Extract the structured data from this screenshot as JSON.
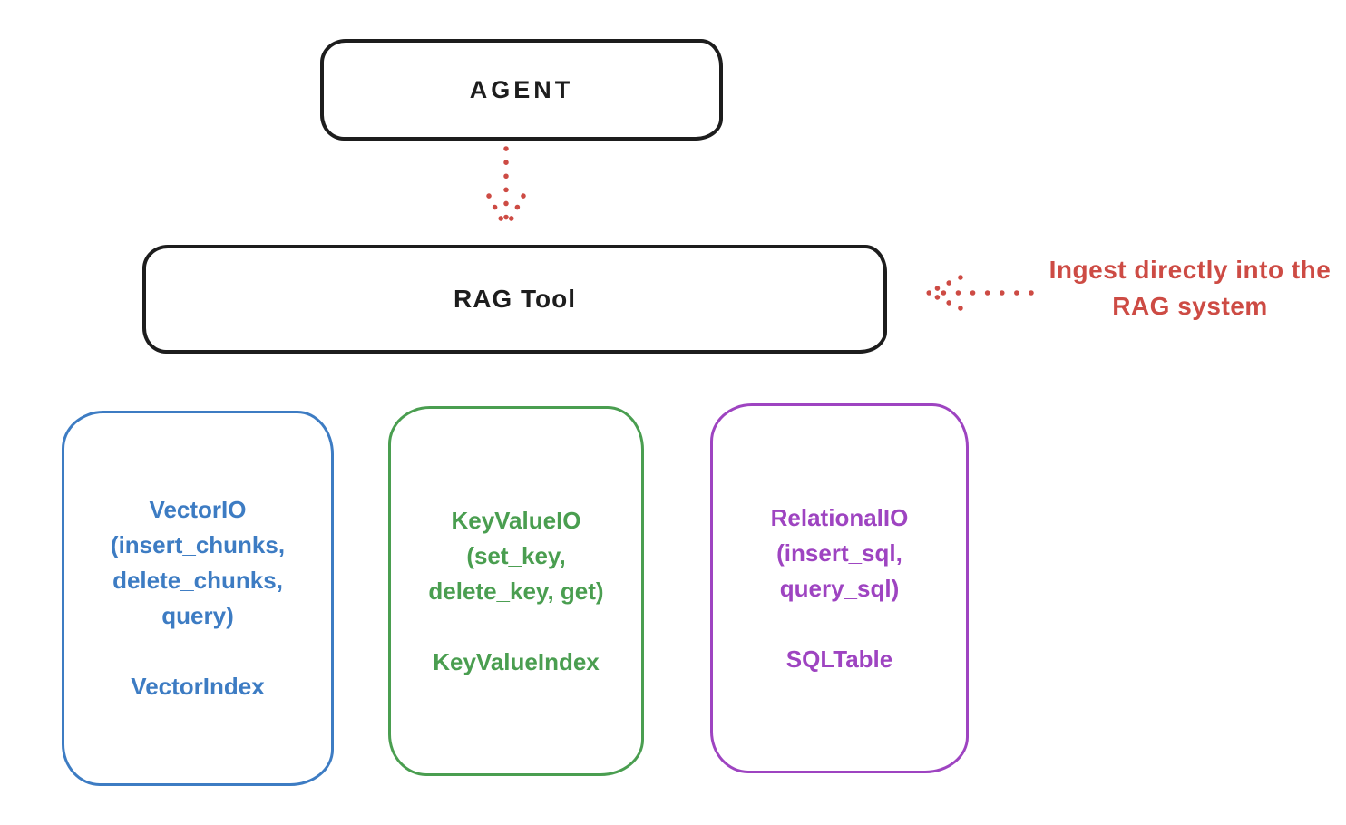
{
  "diagram": {
    "agent": {
      "label": "AGENT"
    },
    "rag_tool": {
      "label": "RAG Tool"
    },
    "annotation": {
      "line1": "Ingest directly into",
      "line2": "the RAG system"
    },
    "colors": {
      "outline_black": "#1d1d1d",
      "annotation_red": "#cd4b44",
      "vector_blue": "#3d7cc3",
      "keyvalue_green": "#4a9e50",
      "relational_purple": "#9e44c1"
    },
    "io_boxes": [
      {
        "id": "vector-io",
        "lines": [
          "VectorIO",
          "(insert_chunks,",
          "delete_chunks,",
          "query)"
        ],
        "index_label": "VectorIndex"
      },
      {
        "id": "keyvalue-io",
        "lines": [
          "KeyValueIO",
          "(set_key,",
          "delete_key, get)"
        ],
        "index_label": "KeyValueIndex"
      },
      {
        "id": "relational-io",
        "lines": [
          "RelationalIO",
          "(insert_sql,",
          "query_sql)"
        ],
        "index_label": "SQLTable"
      }
    ]
  }
}
